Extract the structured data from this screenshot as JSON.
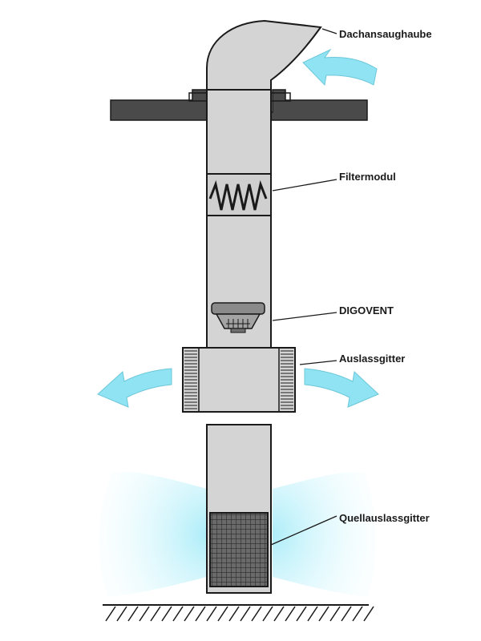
{
  "labels": {
    "roof_hood": "Dachansaughaube",
    "filter": "Filtermodul",
    "digovent": "DIGOVENT",
    "outlet": "Auslassgitter",
    "source_outlet": "Quellauslassgitter"
  },
  "colors": {
    "duct_fill": "#d4d4d4",
    "outline": "#1a1a1a",
    "roof": "#4a4a4a",
    "airflow": "#8fe3f3",
    "glow": "#c8f3fb"
  }
}
